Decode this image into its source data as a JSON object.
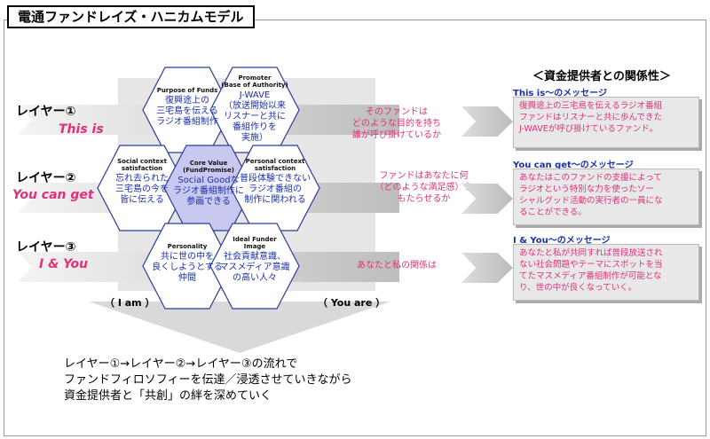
{
  "title": "電通ファンドレイズ・ハニカムモデル",
  "layers": [
    {
      "label": "レイヤー①",
      "sub": "This is"
    },
    {
      "label": "レイヤー②",
      "sub": "You can get"
    },
    {
      "label": "レイヤー③",
      "sub": "I & You"
    }
  ],
  "questions": [
    [
      "そのファンドは",
      "どのような目的を持ち",
      "誰が呼び掛けているか"
    ],
    [
      "ファンドはあなたに何",
      "（どのような満足感）を",
      "もたらせるか"
    ],
    [
      "あなたと私の関係は"
    ]
  ],
  "hexagons": {
    "purpose": {
      "head": [
        "Purpose of Funds"
      ],
      "body": [
        "復興途上の",
        "三宅島を伝える",
        "ラジオ番組制作"
      ]
    },
    "promoter": {
      "head": [
        "Promoter",
        "(Base of Authority)"
      ],
      "body": [
        "J-WAVE",
        "（放送開始以来",
        "リスナーと共に",
        "番組作りを",
        "実施）"
      ]
    },
    "social": {
      "head": [
        "Social context",
        "satisfaction"
      ],
      "body": [
        "忘れ去られた",
        "三宅島の今を",
        "皆に伝える"
      ]
    },
    "core": {
      "head": [
        "Core Value",
        "(FundPromise)"
      ],
      "body": [
        "Social Goodな",
        "ラジオ番組制作に",
        "参画できる"
      ]
    },
    "personal": {
      "head": [
        "Personal context",
        "satisfaction"
      ],
      "body": [
        "普段体験できない",
        "ラジオ番組の",
        "制作に関われる"
      ]
    },
    "personality": {
      "head": [
        "Personality"
      ],
      "body": [
        "共に世の中を",
        "良くしようとする",
        "仲間"
      ]
    },
    "ideal": {
      "head": [
        "Ideal Funder",
        "Image"
      ],
      "body": [
        "社会貢献意識、",
        "マスメディア意識",
        "の高い人々"
      ]
    }
  },
  "i_am": "（ I am ）",
  "you_are": "（ You  are ）",
  "right": {
    "title": "＜資金提供者との関係性＞",
    "messages": [
      {
        "head": "This is～のメッセージ",
        "lines": [
          "復興途上の三宅島を伝えるラジオ番組",
          "ファンドはリスナーと共に歩んできた",
          "J-WAVEが呼び掛けているファンド。"
        ]
      },
      {
        "head": "You can get～のメッセージ",
        "lines": [
          "あなたはこのファンドの支援によって",
          "ラジオという特別な力を使ったソー",
          "シャルグッド活動の実行者の一員にな",
          "ることができる。"
        ]
      },
      {
        "head": "I & You～のメッセージ",
        "lines": [
          "あなたと私が共同すれば普段放送され",
          "ない社会問題やテーマにスポットを当",
          "てたマスメディア番組制作が可能とな",
          "り、世の中が良くなっていく。"
        ]
      }
    ]
  },
  "bottom_lines": [
    "レイヤー①→レイヤー②→レイヤー③の流れで",
    "ファンドフィロソフィーを伝達／浸透させていきながら",
    "資金提供者と「共創」の絆を深めていく"
  ],
  "colors": {
    "accent": "#e0307a",
    "blue_text": "#1a2fa8",
    "core_fill": "#c8c8f0"
  }
}
